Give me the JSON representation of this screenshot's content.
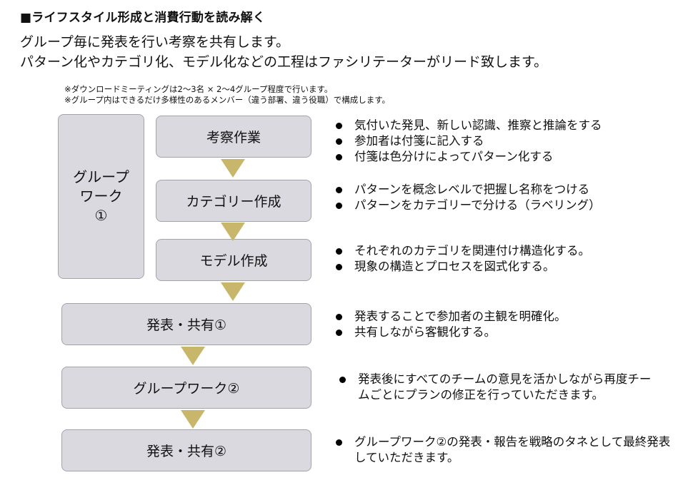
{
  "title": "■ライフスタイル形成と消費行動を読み解く",
  "intro": [
    "グループ毎に発表を行い考察を共有します。",
    "パターン化やカテゴリ化、モデル化などの工程はファシリテーターがリード致します。"
  ],
  "notes": [
    "※ダウンロードミーティングは2〜3名 × 2〜4グループ程度で行います。",
    "※グループ内はできるだけ多様性のあるメンバー（違う部署、違う役職）で構成します。"
  ],
  "colors": {
    "box_fill": "#d9d9df",
    "box_border": "#a3a3aa",
    "arrow": "#c8b76b"
  },
  "steps": {
    "group_work_1": [
      "グループ",
      "ワーク",
      "①"
    ],
    "kousatsu": "考察作業",
    "category": "カテゴリー作成",
    "model": "モデル作成",
    "happyo_1": "発表・共有①",
    "group_work_2": "グループワーク②",
    "happyo_2": "発表・共有②"
  },
  "bullets": {
    "kousatsu": [
      "気付いた発見、新しい認識、推察と推論をする",
      "参加者は付箋に記入する",
      "付箋は色分けによってパターン化する"
    ],
    "category": [
      "パターンを概念レベルで把握し名称をつける",
      "パターンをカテゴリーで分ける（ラベリング）"
    ],
    "model": [
      "それぞれのカテゴリを関連付け構造化する。",
      "現象の構造とプロセスを図式化する。"
    ],
    "happyo_1": [
      "発表することで参加者の主観を明確化。",
      "共有しながら客観化する。"
    ],
    "group_work_2": [
      "発表後にすべてのチームの意見を活かしながら再度チームごとにプランの修正を行っていただきます。"
    ],
    "happyo_2": [
      "グループワーク②の発表・報告を戦略のタネとして最終発表していただきます。"
    ]
  }
}
